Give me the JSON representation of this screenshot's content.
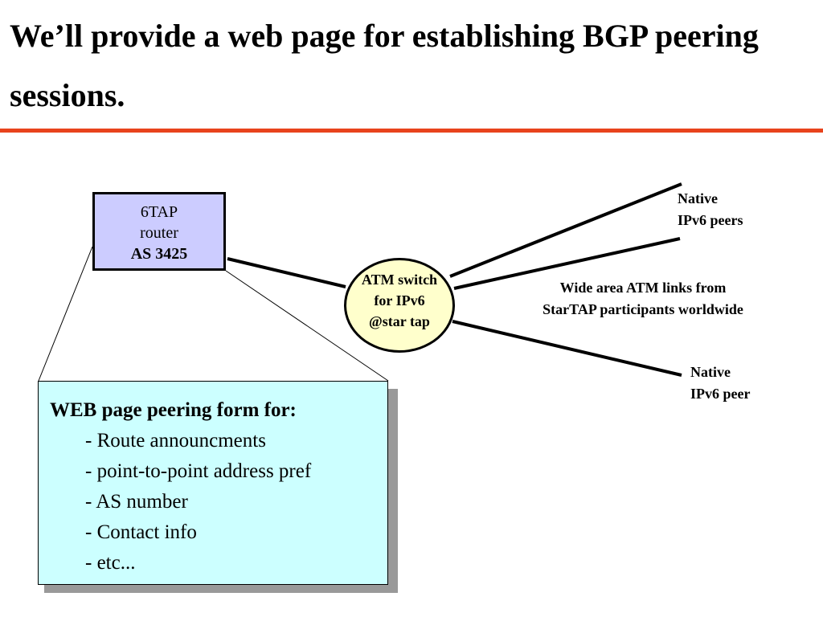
{
  "title": "We’ll provide a web page for establishing BGP peering sessions.",
  "router": {
    "line1": "6TAP",
    "line2": "router",
    "line3": "AS 3425"
  },
  "atm_switch": {
    "line1": "ATM switch",
    "line2": "for IPv6",
    "line3": "@star tap"
  },
  "labels": {
    "native_peers_top": [
      "Native",
      "IPv6 peers"
    ],
    "wide_area": [
      "Wide area ATM links from",
      "StarTAP participants worldwide"
    ],
    "native_peer_bottom": [
      "Native",
      "IPv6 peer"
    ]
  },
  "form": {
    "title": "WEB page peering form for:",
    "items": [
      "- Route announcments",
      "- point-to-point address pref",
      "- AS number",
      "- Contact info",
      "- etc..."
    ]
  },
  "colors": {
    "title_rule": "#e8431c",
    "router_fill": "#ccccff",
    "atm_fill": "#ffffcc",
    "form_fill": "#ccffff",
    "form_shadow": "#999999"
  }
}
